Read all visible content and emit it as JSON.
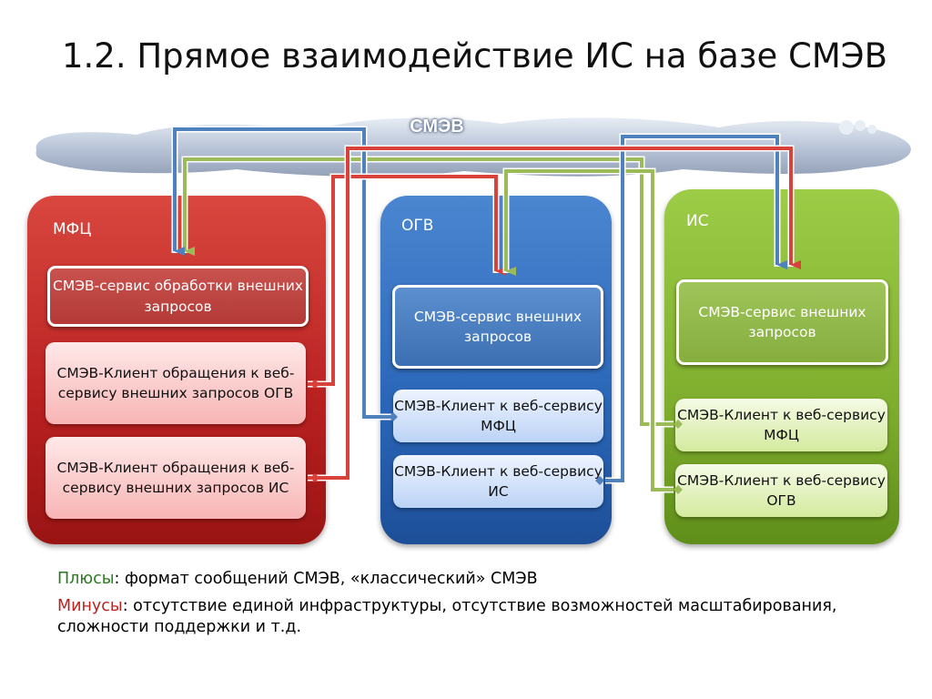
{
  "title": "1.2. Прямое взаимодействие ИС на базе СМЭВ",
  "cloud_label": "СМЭВ",
  "panels": {
    "mfc": {
      "label": "МФЦ",
      "service": "СМЭВ-сервис обработки внешних запросов",
      "clients": [
        "СМЭВ-Клиент обращения к веб-сервису внешних запросов ОГВ",
        "СМЭВ-Клиент обращения к веб-сервису внешних запросов ИС"
      ]
    },
    "ogv": {
      "label": "ОГВ",
      "service": "СМЭВ-сервис внешних запросов",
      "clients": [
        "СМЭВ-Клиент к веб-сервису МФЦ",
        "СМЭВ-Клиент к веб-сервису ИС"
      ]
    },
    "is": {
      "label": "ИС",
      "service": "СМЭВ-сервис внешних запросов",
      "clients": [
        "СМЭВ-Клиент к веб-сервису МФЦ",
        "СМЭВ-Клиент к веб-сервису ОГВ"
      ]
    }
  },
  "pros": {
    "label": "Плюсы",
    "text": ": формат сообщений СМЭВ, «классический» СМЭВ"
  },
  "cons": {
    "label": "Минусы",
    "text": ": отсутствие единой инфраструктуры, отсутствие возможностей масштабирования, сложности поддержки и т.д."
  },
  "colors": {
    "red": "#d9423a",
    "blue": "#4f81bd",
    "green": "#9bbb59"
  }
}
